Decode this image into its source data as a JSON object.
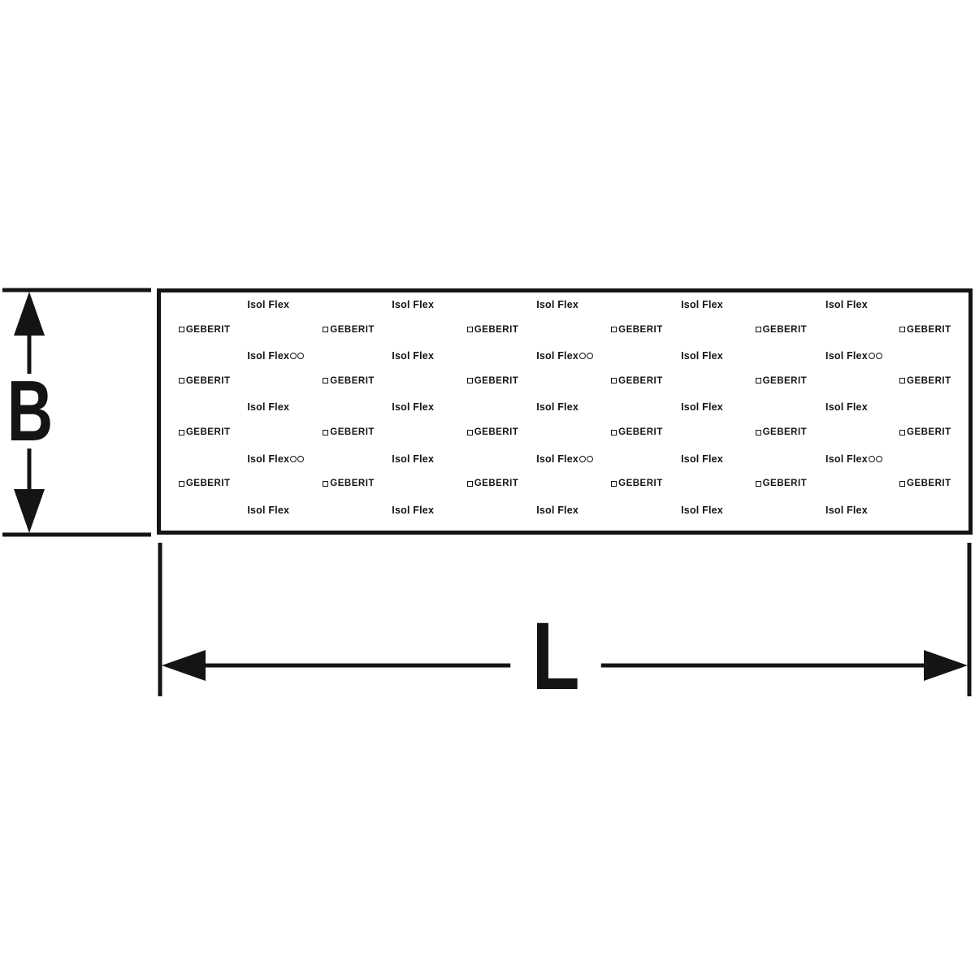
{
  "diagram": {
    "dim_b_label": "B",
    "dim_l_label": "L"
  },
  "mat": {
    "flex_label": "Isol Flex",
    "geberit_label": "GEBERIT",
    "rows": [
      {
        "type": "flex",
        "circles": [
          false,
          false,
          false,
          false,
          false
        ]
      },
      {
        "type": "geberit",
        "count": 6
      },
      {
        "type": "flex",
        "circles": [
          true,
          false,
          true,
          false,
          true
        ]
      },
      {
        "type": "geberit",
        "count": 6
      },
      {
        "type": "flex",
        "circles": [
          false,
          false,
          false,
          false,
          false
        ]
      },
      {
        "type": "geberit",
        "count": 6
      },
      {
        "type": "flex",
        "circles": [
          true,
          false,
          true,
          false,
          true
        ]
      },
      {
        "type": "geberit",
        "count": 6
      },
      {
        "type": "flex",
        "circles": [
          false,
          false,
          false,
          false,
          false
        ]
      }
    ]
  },
  "colors": {
    "ink": "#141414",
    "background": "#ffffff"
  }
}
